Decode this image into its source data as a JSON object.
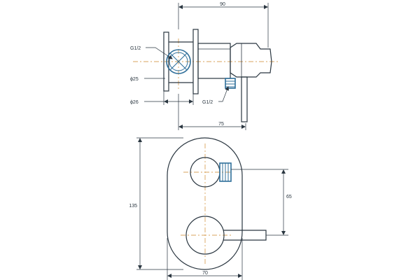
{
  "side_view": {
    "dim_top": "90",
    "dim_bottom": "75",
    "label_inlet_thread": "G1/2",
    "label_outlet_thread": "G1/2",
    "label_dia_body": "ϕ25",
    "label_dia_flange": "ϕ26"
  },
  "front_view": {
    "dim_height": "135",
    "dim_width": "70",
    "dim_spacing": "65"
  },
  "colors": {
    "line": "#2a3640",
    "highlight": "#2f6f9a",
    "centerline": "#d9a35c"
  }
}
